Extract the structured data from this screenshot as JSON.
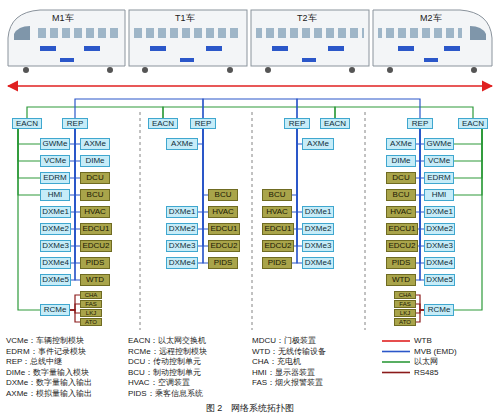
{
  "diagram": {
    "caption": "图 2　网络系统拓扑图",
    "nodes": [
      {
        "text": [
          "EACN"
        ]
      },
      {
        "text": [
          "REP"
        ]
      },
      {
        "text": [
          "GWMe"
        ]
      },
      {
        "text": [
          "VCMe"
        ]
      },
      {
        "text": [
          "EDRM"
        ]
      },
      {
        "text": [
          "HMI"
        ]
      },
      {
        "text": [
          "DXMe1"
        ]
      },
      {
        "text": [
          "DXMe2"
        ]
      },
      {
        "text": [
          "DXMe3"
        ]
      },
      {
        "text": [
          "DXMe4"
        ]
      },
      {
        "text": [
          "DXMe5"
        ]
      },
      {
        "text": [
          "RCMe"
        ]
      },
      {
        "text": [
          "AXMe"
        ]
      },
      {
        "text": [
          "DIMe"
        ]
      },
      {
        "text": [
          "DCU"
        ]
      },
      {
        "text": [
          "BCU"
        ]
      },
      {
        "text": [
          "HVAC"
        ]
      },
      {
        "text": [
          "EDCU1"
        ]
      },
      {
        "text": [
          "EDCU2"
        ]
      },
      {
        "text": [
          "PIDS"
        ]
      },
      {
        "text": [
          "WTD"
        ]
      },
      {
        "text": [
          "CHA"
        ]
      },
      {
        "text": [
          "FAS"
        ]
      },
      {
        "text": [
          "LKJ"
        ]
      },
      {
        "text": [
          "ATO"
        ]
      },
      {
        "text": [
          "EACN"
        ]
      },
      {
        "text": [
          "REP"
        ]
      },
      {
        "text": [
          "AXMe"
        ]
      },
      {
        "text": [
          "DXMe1"
        ]
      },
      {
        "text": [
          "DXMe2"
        ]
      },
      {
        "text": [
          "DXMe3"
        ]
      },
      {
        "text": [
          "DXMe4"
        ]
      },
      {
        "text": [
          "BCU"
        ]
      },
      {
        "text": [
          "HVAC"
        ]
      },
      {
        "text": [
          "EDCU1"
        ]
      },
      {
        "text": [
          "EDCU2"
        ]
      },
      {
        "text": [
          "PIDS"
        ]
      },
      {
        "text": [
          "REP"
        ]
      },
      {
        "text": [
          "EACN"
        ]
      },
      {
        "text": [
          "AXMe"
        ]
      },
      {
        "text": [
          "BCU"
        ]
      },
      {
        "text": [
          "HVAC"
        ]
      },
      {
        "text": [
          "EDCU1"
        ]
      },
      {
        "text": [
          "EDCU2"
        ]
      },
      {
        "text": [
          "PIDS"
        ]
      },
      {
        "text": [
          "DXMe1"
        ]
      },
      {
        "text": [
          "DXMe2"
        ]
      },
      {
        "text": [
          "DXMe3"
        ]
      },
      {
        "text": [
          "DXMe4"
        ]
      },
      {
        "text": [
          "REP"
        ]
      },
      {
        "text": [
          "EACN"
        ]
      },
      {
        "text": [
          "AXMe"
        ]
      },
      {
        "text": [
          "DIMe"
        ]
      },
      {
        "text": [
          "DCU"
        ]
      },
      {
        "text": [
          "BCU"
        ]
      },
      {
        "text": [
          "HVAC"
        ]
      },
      {
        "text": [
          "EDCU1"
        ]
      },
      {
        "text": [
          "EDCU2"
        ]
      },
      {
        "text": [
          "PIDS"
        ]
      },
      {
        "text": [
          "WTD"
        ]
      },
      {
        "text": [
          "CHA"
        ]
      },
      {
        "text": [
          "FAS"
        ]
      },
      {
        "text": [
          "LKJ"
        ]
      },
      {
        "text": [
          "ATO"
        ]
      },
      {
        "text": [
          "GWMe"
        ]
      },
      {
        "text": [
          "VCMe"
        ]
      },
      {
        "text": [
          "EDRM"
        ]
      },
      {
        "text": [
          "HMI"
        ]
      },
      {
        "text": [
          "DXMe1"
        ]
      },
      {
        "text": [
          "DXMe2"
        ]
      },
      {
        "text": [
          "DXMe3"
        ]
      },
      {
        "text": [
          "DXMe4"
        ]
      },
      {
        "text": [
          "DXMe5"
        ]
      },
      {
        "text": [
          "RCMe"
        ]
      }
    ],
    "edges": [
      {
        "from": 1,
        "to": 2,
        "arrow": "none"
      },
      {
        "from": 1,
        "to": 3,
        "arrow": "none"
      },
      {
        "from": 1,
        "to": 4,
        "arrow": "none"
      },
      {
        "from": 1,
        "to": 5,
        "arrow": "none"
      },
      {
        "from": 1,
        "to": 6,
        "arrow": "none"
      },
      {
        "from": 1,
        "to": 7,
        "arrow": "none"
      },
      {
        "from": 1,
        "to": 8,
        "arrow": "none"
      },
      {
        "from": 1,
        "to": 9,
        "arrow": "none"
      },
      {
        "from": 1,
        "to": 10,
        "arrow": "none"
      },
      {
        "from": 1,
        "to": 12,
        "arrow": "none"
      },
      {
        "from": 1,
        "to": 13,
        "arrow": "none"
      },
      {
        "from": 1,
        "to": 14,
        "arrow": "none"
      },
      {
        "from": 1,
        "to": 15,
        "arrow": "none"
      },
      {
        "from": 1,
        "to": 16,
        "arrow": "none"
      },
      {
        "from": 1,
        "to": 17,
        "arrow": "none"
      },
      {
        "from": 1,
        "to": 18,
        "arrow": "none"
      },
      {
        "from": 1,
        "to": 19,
        "arrow": "none"
      },
      {
        "from": 1,
        "to": 20,
        "arrow": "none"
      },
      {
        "from": 0,
        "to": 2,
        "arrow": "none"
      },
      {
        "from": 0,
        "to": 3,
        "arrow": "none"
      },
      {
        "from": 0,
        "to": 4,
        "arrow": "none"
      },
      {
        "from": 0,
        "to": 5,
        "arrow": "none"
      },
      {
        "from": 0,
        "to": 11,
        "arrow": "none"
      },
      {
        "from": 11,
        "to": 21,
        "arrow": "none"
      },
      {
        "from": 11,
        "to": 22,
        "arrow": "none"
      },
      {
        "from": 11,
        "to": 23,
        "arrow": "none"
      },
      {
        "from": 11,
        "to": 24,
        "arrow": "none"
      },
      {
        "from": 26,
        "to": 27,
        "arrow": "none"
      },
      {
        "from": 26,
        "to": 28,
        "arrow": "none"
      },
      {
        "from": 26,
        "to": 29,
        "arrow": "none"
      },
      {
        "from": 26,
        "to": 30,
        "arrow": "none"
      },
      {
        "from": 26,
        "to": 31,
        "arrow": "none"
      },
      {
        "from": 26,
        "to": 32,
        "arrow": "none"
      },
      {
        "from": 26,
        "to": 33,
        "arrow": "none"
      },
      {
        "from": 26,
        "to": 34,
        "arrow": "none"
      },
      {
        "from": 26,
        "to": 35,
        "arrow": "none"
      },
      {
        "from": 26,
        "to": 36,
        "arrow": "none"
      },
      {
        "from": 37,
        "to": 39,
        "arrow": "none"
      },
      {
        "from": 37,
        "to": 40,
        "arrow": "none"
      },
      {
        "from": 37,
        "to": 41,
        "arrow": "none"
      },
      {
        "from": 37,
        "to": 42,
        "arrow": "none"
      },
      {
        "from": 37,
        "to": 43,
        "arrow": "none"
      },
      {
        "from": 37,
        "to": 44,
        "arrow": "none"
      },
      {
        "from": 37,
        "to": 45,
        "arrow": "none"
      },
      {
        "from": 37,
        "to": 46,
        "arrow": "none"
      },
      {
        "from": 37,
        "to": 47,
        "arrow": "none"
      },
      {
        "from": 37,
        "to": 48,
        "arrow": "none"
      },
      {
        "from": 49,
        "to": 51,
        "arrow": "none"
      },
      {
        "from": 49,
        "to": 52,
        "arrow": "none"
      },
      {
        "from": 49,
        "to": 53,
        "arrow": "none"
      },
      {
        "from": 49,
        "to": 54,
        "arrow": "none"
      },
      {
        "from": 49,
        "to": 55,
        "arrow": "none"
      },
      {
        "from": 49,
        "to": 56,
        "arrow": "none"
      },
      {
        "from": 49,
        "to": 57,
        "arrow": "none"
      },
      {
        "from": 49,
        "to": 58,
        "arrow": "none"
      },
      {
        "from": 49,
        "to": 59,
        "arrow": "none"
      },
      {
        "from": 49,
        "to": 64,
        "arrow": "none"
      },
      {
        "from": 49,
        "to": 65,
        "arrow": "none"
      },
      {
        "from": 49,
        "to": 66,
        "arrow": "none"
      },
      {
        "from": 49,
        "to": 67,
        "arrow": "none"
      },
      {
        "from": 49,
        "to": 68,
        "arrow": "none"
      },
      {
        "from": 49,
        "to": 69,
        "arrow": "none"
      },
      {
        "from": 49,
        "to": 70,
        "arrow": "none"
      },
      {
        "from": 49,
        "to": 71,
        "arrow": "none"
      },
      {
        "from": 49,
        "to": 72,
        "arrow": "none"
      },
      {
        "from": 50,
        "to": 64,
        "arrow": "none"
      },
      {
        "from": 50,
        "to": 65,
        "arrow": "none"
      },
      {
        "from": 50,
        "to": 66,
        "arrow": "none"
      },
      {
        "from": 50,
        "to": 67,
        "arrow": "none"
      },
      {
        "from": 50,
        "to": 73,
        "arrow": "none"
      },
      {
        "from": 73,
        "to": 60,
        "arrow": "none"
      },
      {
        "from": 73,
        "to": 61,
        "arrow": "none"
      },
      {
        "from": 73,
        "to": 62,
        "arrow": "none"
      },
      {
        "from": 73,
        "to": 63,
        "arrow": "none"
      },
      {
        "from": 0,
        "to": 25,
        "arrow": "none"
      },
      {
        "from": 25,
        "to": 38,
        "arrow": "none"
      },
      {
        "from": 38,
        "to": 50,
        "arrow": "none"
      },
      {
        "from": 1,
        "to": 26,
        "arrow": "none"
      },
      {
        "from": 26,
        "to": 37,
        "arrow": "none"
      },
      {
        "from": 37,
        "to": 49,
        "arrow": "none"
      }
    ],
    "labels": [
      "M1车",
      "T1车",
      "T2车",
      "M2车",
      "VCMe：车辆控制模块",
      "EDRM：事件记录模块",
      "REP：总线中继",
      "DIMe：数字量输入模块",
      "DXMe：数字量输入输出",
      "AXMe：模拟量输入输出",
      "EACN：以太网交换机",
      "RCMe：远程控制模块",
      "DCU：传动控制单元",
      "BCU：制动控制单元",
      "HVAC：空调装置",
      "PIDS：乘客信息系统",
      "MDCU：门极装置",
      "WTD：无线传输设备",
      "CHA：充电机",
      "HMI：显示器装置",
      "FAS：烟火报警装置"
    ],
    "legend": [
      {
        "text": "WTB"
      },
      {
        "text": "MVB (EMD)"
      },
      {
        "text": "以太网"
      },
      {
        "text": "RS485"
      }
    ]
  }
}
